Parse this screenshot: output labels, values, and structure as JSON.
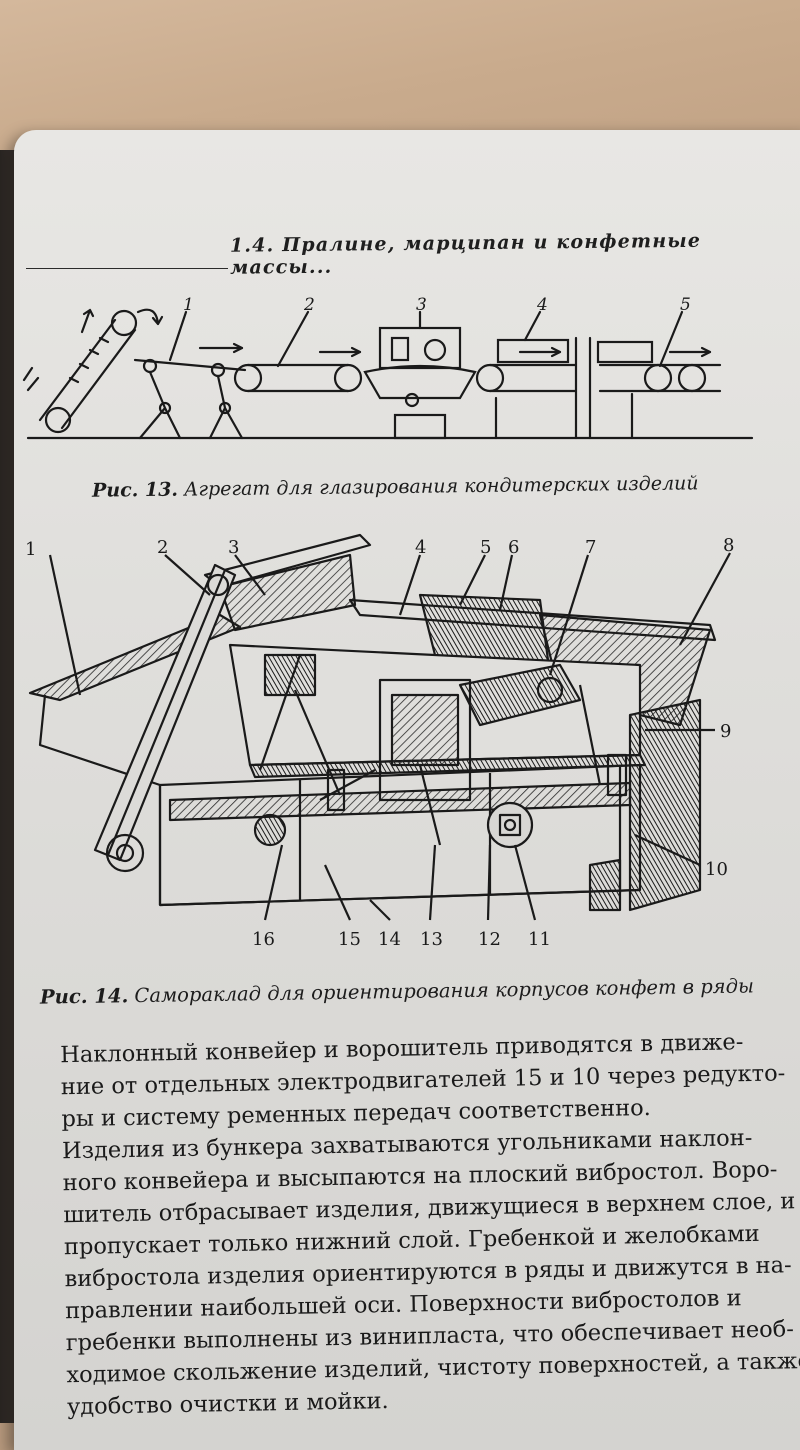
{
  "running_head": "1.4. Пралине, марципан и конфетные массы...",
  "figure13": {
    "caption_num": "Рис. 13.",
    "caption_text": "Агрегат для глазирования кондитерских изделий",
    "labels": [
      "1",
      "2",
      "3",
      "4",
      "5"
    ]
  },
  "figure14": {
    "caption_num": "Рис. 14.",
    "caption_text": "Самораклад для ориентирования корпусов конфет в ряды",
    "labels": [
      "1",
      "2",
      "3",
      "4",
      "5",
      "6",
      "7",
      "8",
      "9",
      "10",
      "11",
      "12",
      "13",
      "14",
      "15",
      "16"
    ]
  },
  "body": {
    "para1_lines": [
      "Наклонный конвейер и ворошитель приводятся в движе-",
      "ние от отдельных электродвигателей 15 и 10 через редукто-",
      "ры и систему ременных передач соответственно."
    ],
    "para2_lines": [
      "Изделия из бункера захватываются угольниками наклон-",
      "ного конвейера и высыпаются на плоский вибростол. Воро-",
      "шитель отбрасывает изделия, движущиеся в верхнем слое, и",
      "пропускает только нижний слой. Гребенкой и желобками",
      "вибростола изделия ориентируются в ряды и движутся в на-",
      "правлении наибольшей оси. Поверхности вибростолов и",
      "гребенки выполнены из винипласта, что обеспечивает необ-",
      "ходимое скольжение изделий, чистоту поверхностей, а также",
      "удобство очистки и мойки."
    ]
  },
  "colors": {
    "ink": "#1a1a1a",
    "paper": "#e3e2df",
    "table": "#c9ab8d"
  }
}
